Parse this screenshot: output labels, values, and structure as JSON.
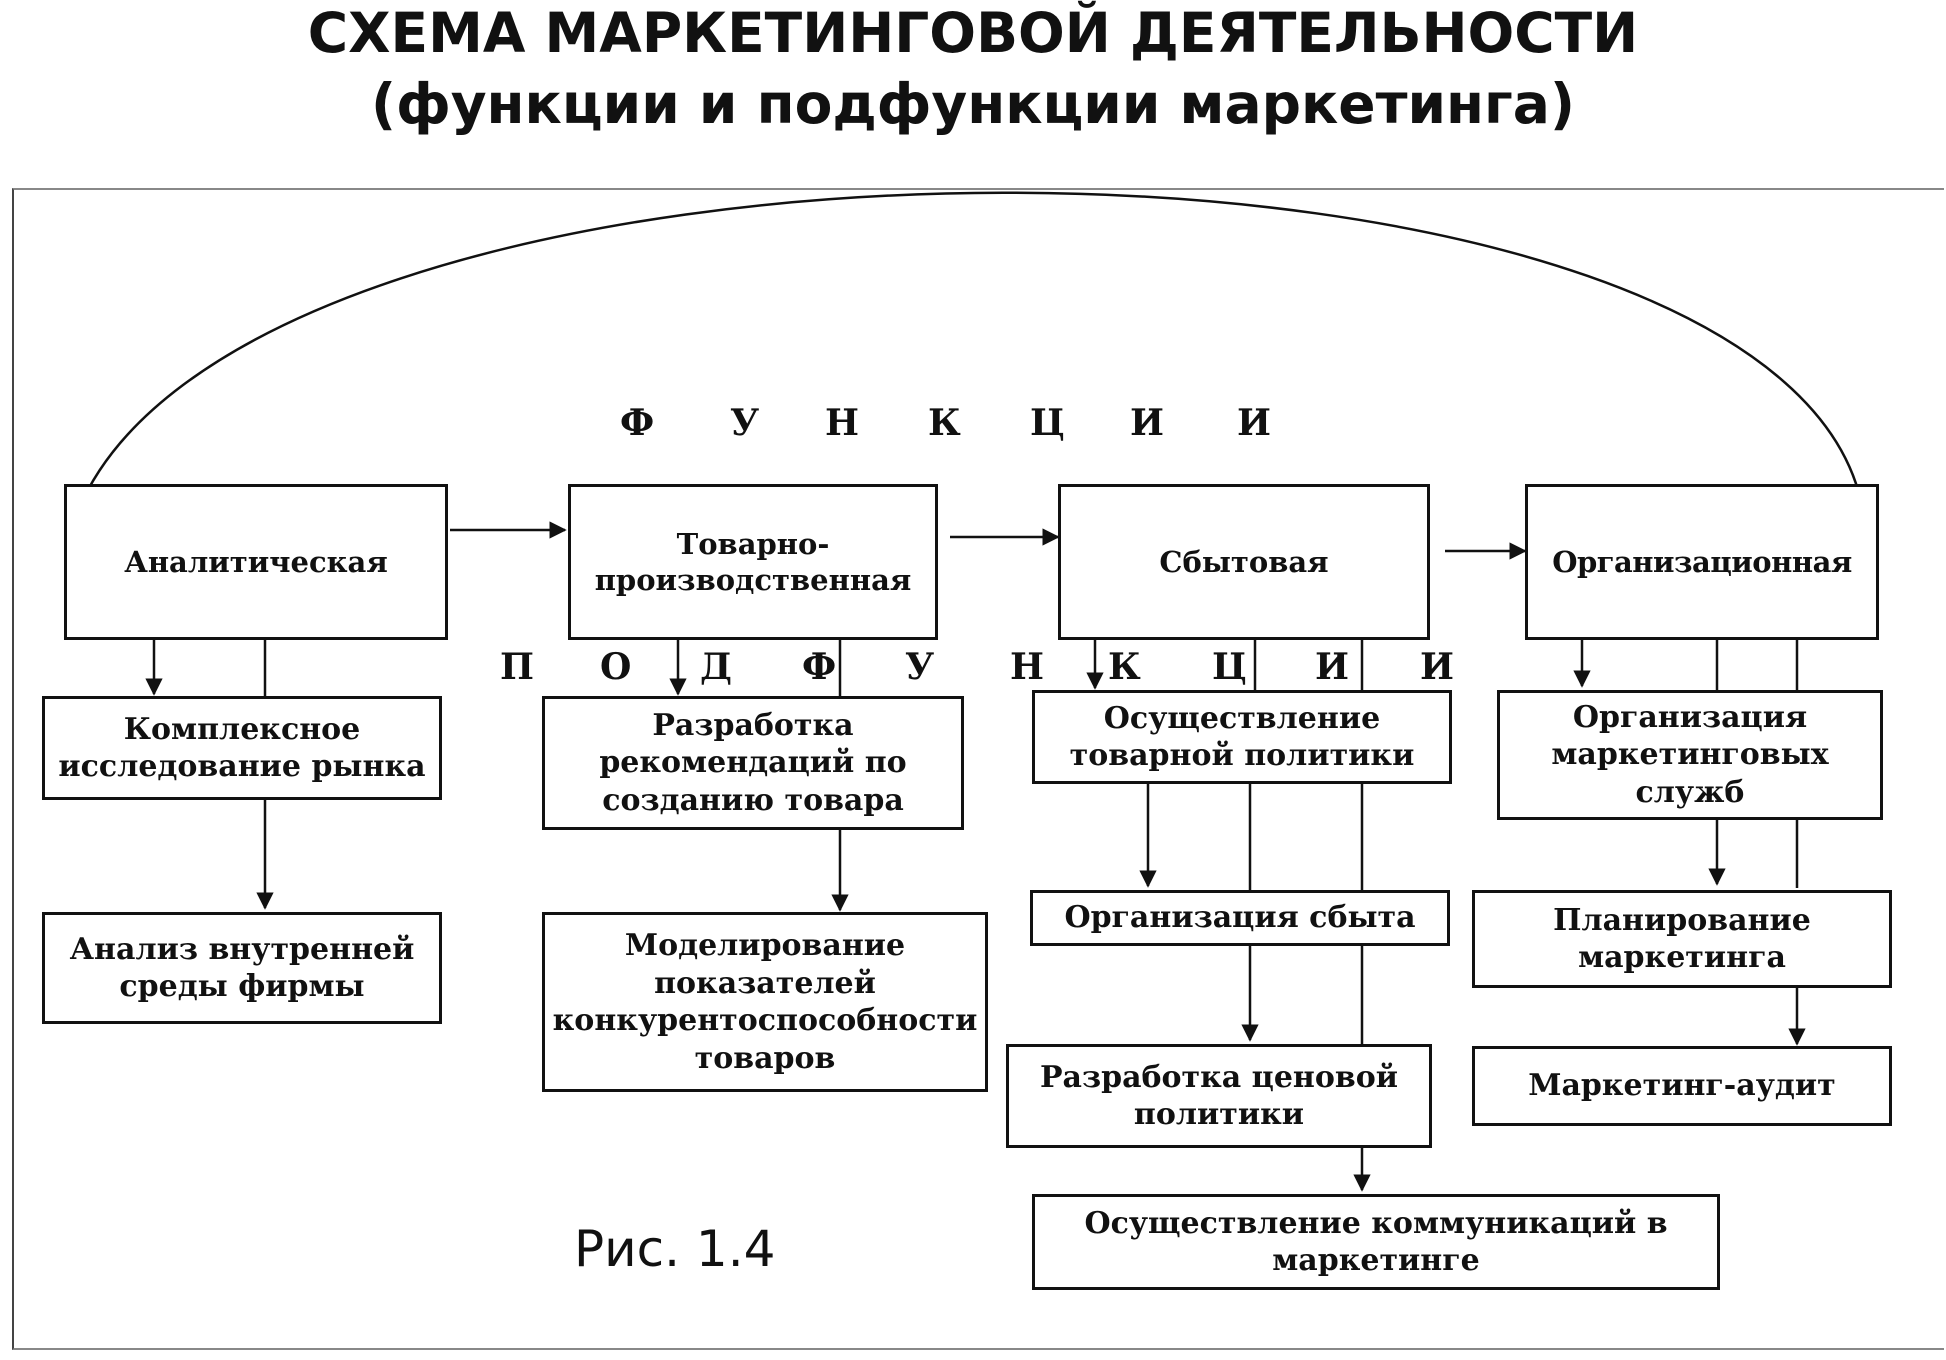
{
  "title": {
    "line1": "СХЕМА МАРКЕТИНГОВОЙ ДЕЯТЕЛЬНОСТИ",
    "line2": "(функции и подфункции маркетинга)"
  },
  "labels": {
    "functions_letters": [
      "Ф",
      "У",
      "Н",
      "К",
      "Ц",
      "И",
      "И"
    ],
    "subfunctions_letters": [
      "П",
      "О",
      "Д",
      "Ф",
      "У",
      "Н",
      "К",
      "Ц",
      "И",
      "И"
    ]
  },
  "functions": [
    {
      "id": "analytical",
      "label": "Аналитическая"
    },
    {
      "id": "production",
      "label": "Товарно-\nпроизводственная"
    },
    {
      "id": "sales",
      "label": "Сбытовая"
    },
    {
      "id": "organizational",
      "label": "Организационная"
    }
  ],
  "subfunctions": [
    {
      "id": "market-research",
      "label": "Комплексное\nисследование рынка"
    },
    {
      "id": "internal-analysis",
      "label": "Анализ внутренней\nсреды фирмы"
    },
    {
      "id": "product-recommendations",
      "label": "Разработка\nрекомендаций по\nсозданию товара"
    },
    {
      "id": "competitiveness-modeling",
      "label": "Моделирование\nпоказателей\nконкурентоспособности\nтоваров"
    },
    {
      "id": "product-policy",
      "label": "Осуществление\nтоварной политики"
    },
    {
      "id": "sales-organization",
      "label": "Организация сбыта"
    },
    {
      "id": "price-policy",
      "label": "Разработка ценовой\nполитики"
    },
    {
      "id": "communications",
      "label": "Осуществление коммуникаций в\nмаркетинге"
    },
    {
      "id": "marketing-services",
      "label": "Организация\nмаркетинговых\nслужб"
    },
    {
      "id": "marketing-planning",
      "label": "Планирование\nмаркетинга"
    },
    {
      "id": "marketing-audit",
      "label": "Маркетинг-аудит"
    }
  ],
  "caption": "Рис. 1.4"
}
